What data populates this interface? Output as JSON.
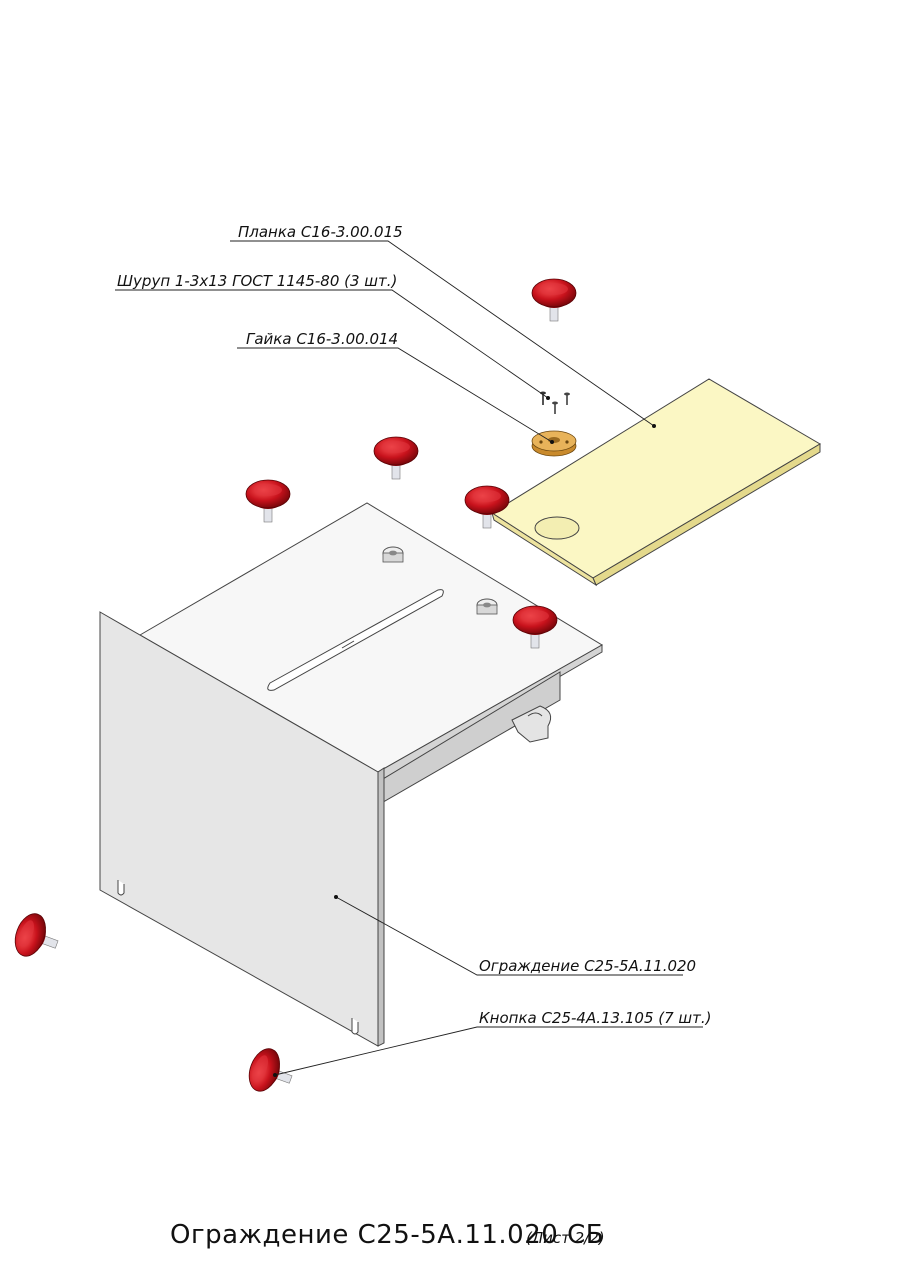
{
  "callouts": {
    "planka": "Планка С16-3.00.015",
    "shurup": "Шуруп 1-3х13 ГОСТ 1145-80 (3 шт.)",
    "gaika": "Гайка С16-3.00.014",
    "ograzhdenie": "Ограждение С25-5А.11.020",
    "knopka": "Кнопка С25-4А.13.105 (7 шт.)"
  },
  "title": {
    "main": "Ограждение С25-5А.11.020 СБ",
    "sheet": "(Лист 2/2)"
  },
  "colors": {
    "knob_red": "#c8121c",
    "planka_yellow": "#fbf7c4",
    "gaika_orange": "#e8b35a",
    "guard_grey": "#e6e6e6"
  }
}
